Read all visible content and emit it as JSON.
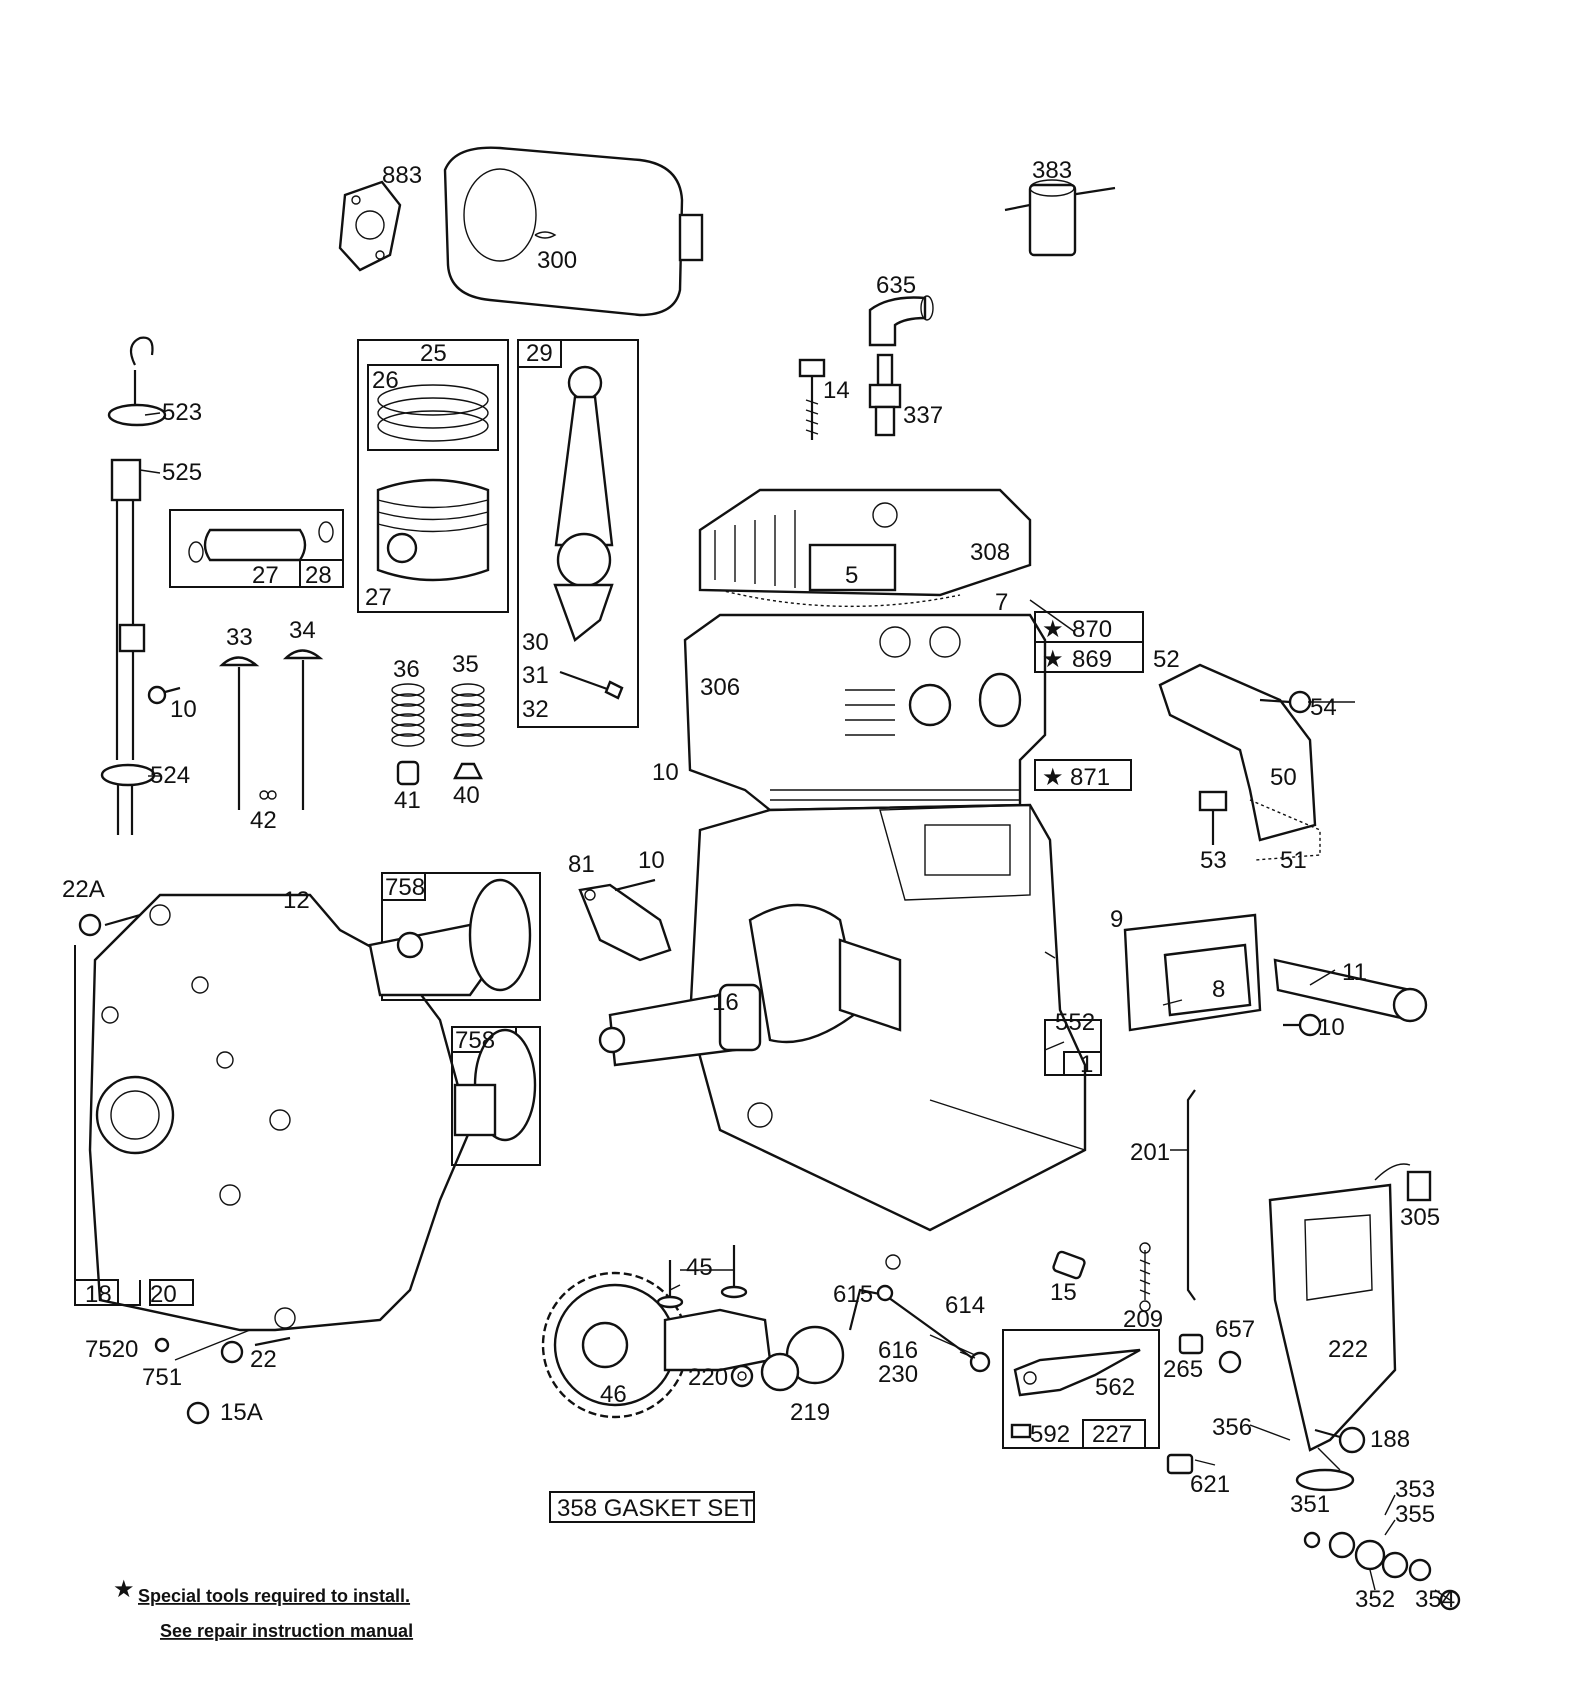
{
  "labels": {
    "p883": "883",
    "p300": "300",
    "p383": "383",
    "p635": "635",
    "p14a": "14",
    "p337": "337",
    "p523": "523",
    "p525": "525",
    "p25": "25",
    "p26": "26",
    "p29": "29",
    "p27a": "27",
    "p28": "28",
    "p27b": "27",
    "p308": "308",
    "p5": "5",
    "p7": "7",
    "p870": "870",
    "p869": "869",
    "p52": "52",
    "p30": "30",
    "p31": "31",
    "p32": "32",
    "p306": "306",
    "p33": "33",
    "p34": "34",
    "p36": "36",
    "p35": "35",
    "p41": "41",
    "p40": "40",
    "p42": "42",
    "p10a": "10",
    "p524": "524",
    "p10b": "10",
    "p871": "871",
    "p54": "54",
    "p50": "50",
    "p53": "53",
    "p51": "51",
    "p22A": "22A",
    "p12": "12",
    "p758a": "758",
    "p81": "81",
    "p10c": "10",
    "p9": "9",
    "p8": "8",
    "p11": "11",
    "p10d": "10",
    "p16": "16",
    "p552": "552",
    "p1": "1",
    "p758b": "758",
    "p201": "201",
    "p305": "305",
    "p18": "18",
    "p20": "20",
    "p45": "45",
    "p15": "15",
    "p209": "209",
    "p615": "615",
    "p614": "614",
    "p616": "616",
    "p230": "230",
    "p7520": "7520",
    "p751": "751",
    "p22": "22",
    "p15A": "15A",
    "p46": "46",
    "p220": "220",
    "p219": "219",
    "p562": "562",
    "p592": "592",
    "p227": "227",
    "p265": "265",
    "p657": "657",
    "p222": "222",
    "p356": "356",
    "p188": "188",
    "p621": "621",
    "p351": "351",
    "p353": "353",
    "p355": "355",
    "p352": "352",
    "p354": "354",
    "gasket": "358 GASKET SET"
  },
  "star_glyph": "★",
  "footnote": {
    "line1": "Special tools required to install.",
    "line2": "See repair instruction manual"
  }
}
